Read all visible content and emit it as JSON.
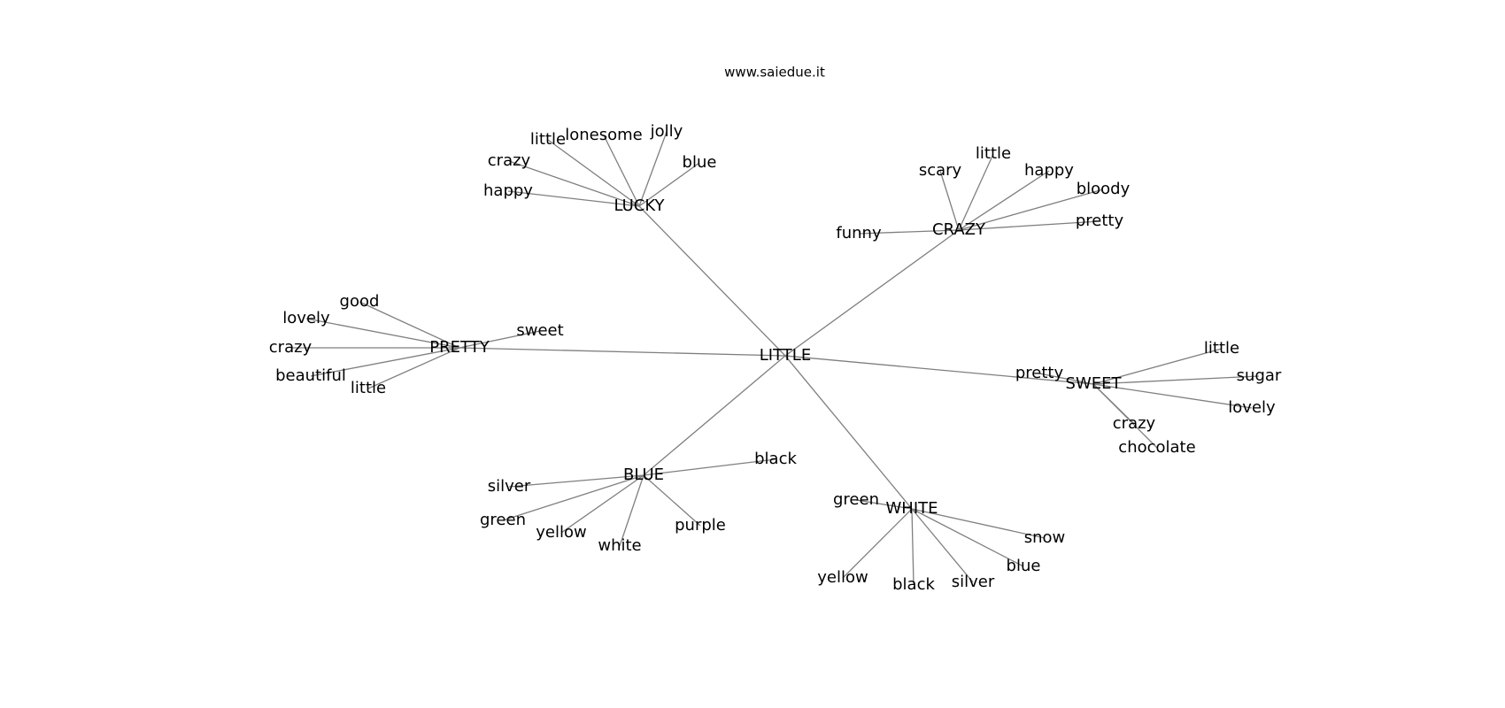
{
  "header": {
    "site": "www.saiedue.it"
  },
  "root": "LITTLE",
  "hubs": [
    {
      "id": "lucky",
      "label": "LUCKY",
      "leaves": [
        "happy",
        "crazy",
        "little",
        "lonesome",
        "jolly",
        "blue"
      ]
    },
    {
      "id": "crazy",
      "label": "CRAZY",
      "leaves": [
        "funny",
        "scary",
        "little",
        "happy",
        "bloody",
        "pretty"
      ]
    },
    {
      "id": "pretty",
      "label": "PRETTY",
      "leaves": [
        "crazy",
        "lovely",
        "good",
        "beautiful",
        "little",
        "sweet"
      ]
    },
    {
      "id": "sweet",
      "label": "SWEET",
      "leaves": [
        "pretty",
        "little",
        "sugar",
        "lovely",
        "crazy",
        "chocolate"
      ]
    },
    {
      "id": "blue",
      "label": "BLUE",
      "leaves": [
        "silver",
        "green",
        "yellow",
        "white",
        "purple",
        "black"
      ]
    },
    {
      "id": "white",
      "label": "WHITE",
      "leaves": [
        "green",
        "snow",
        "blue",
        "silver",
        "black",
        "yellow"
      ]
    }
  ]
}
